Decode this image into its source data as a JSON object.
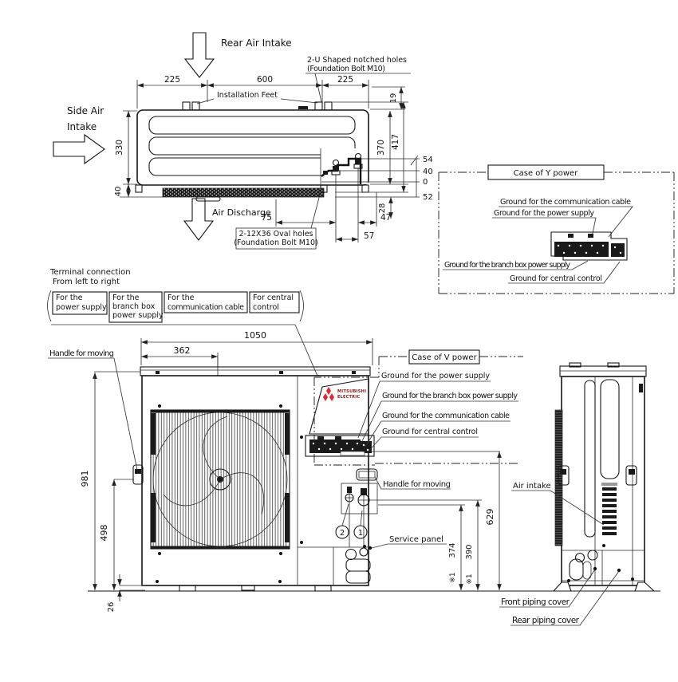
{
  "diagram": {
    "top_view": {
      "rear_air_intake": "Rear Air Intake",
      "side_air_1": "Side Air",
      "side_air_2": "Intake",
      "air_discharge": "Air Discharge",
      "installation_feet": "Installation Feet",
      "notched_1": "2-U Shaped notched holes",
      "notched_2": "(Foundation Bolt M10)",
      "oval_1": "2-12X36 Oval holes",
      "oval_2": "(Foundation Bolt M10)",
      "d_left": "225",
      "d_mid": "600",
      "d_right": "225",
      "d_19": "19",
      "d_330": "330",
      "d_40b": "40",
      "d_370": "370",
      "d_417": "417",
      "d_54": "54",
      "d_40r": "40",
      "d_0": "0",
      "d_52": "52",
      "d_28": "28",
      "d_75": "75",
      "d_47": "47",
      "d_57": "57"
    },
    "y_power": {
      "title": "Case of Y power",
      "g1": "Ground for the communication cable",
      "g2": "Ground for the power supply",
      "g3": "Ground for the branch box power supply",
      "g4": "Ground for central control"
    },
    "terminal_connection": {
      "t1": "Terminal connection",
      "t2": "From left to right",
      "b1_1": "For the",
      "b1_2": "power supply",
      "b2_1": "For the",
      "b2_2": "branch box",
      "b2_3": "power supply",
      "b3_1": "For the",
      "b3_2": "communication cable",
      "b4_1": "For central",
      "b4_2": "control"
    },
    "front_view": {
      "d_1050": "1050",
      "d_362": "362",
      "d_981": "981",
      "d_498": "498",
      "d_26": "26",
      "handle_left": "Handle for moving",
      "handle_right": "Handle for moving",
      "service_panel": "Service panel",
      "valve_2": "2",
      "valve_1": "1",
      "logo_1": "MITSUBISHI",
      "logo_2": "ELECTRIC"
    },
    "v_power": {
      "title": "Case of V power",
      "g1": "Ground for the power supply",
      "g2": "Ground for the branch box power supply",
      "g3": "Ground for the communication cable",
      "g4": "Ground for central control"
    },
    "side_view": {
      "air_intake": "Air intake",
      "front_piping": "Front piping cover",
      "rear_piping": "Rear piping cover",
      "d_374": "374",
      "d_390": "390",
      "d_629": "629",
      "note": "※1"
    }
  }
}
